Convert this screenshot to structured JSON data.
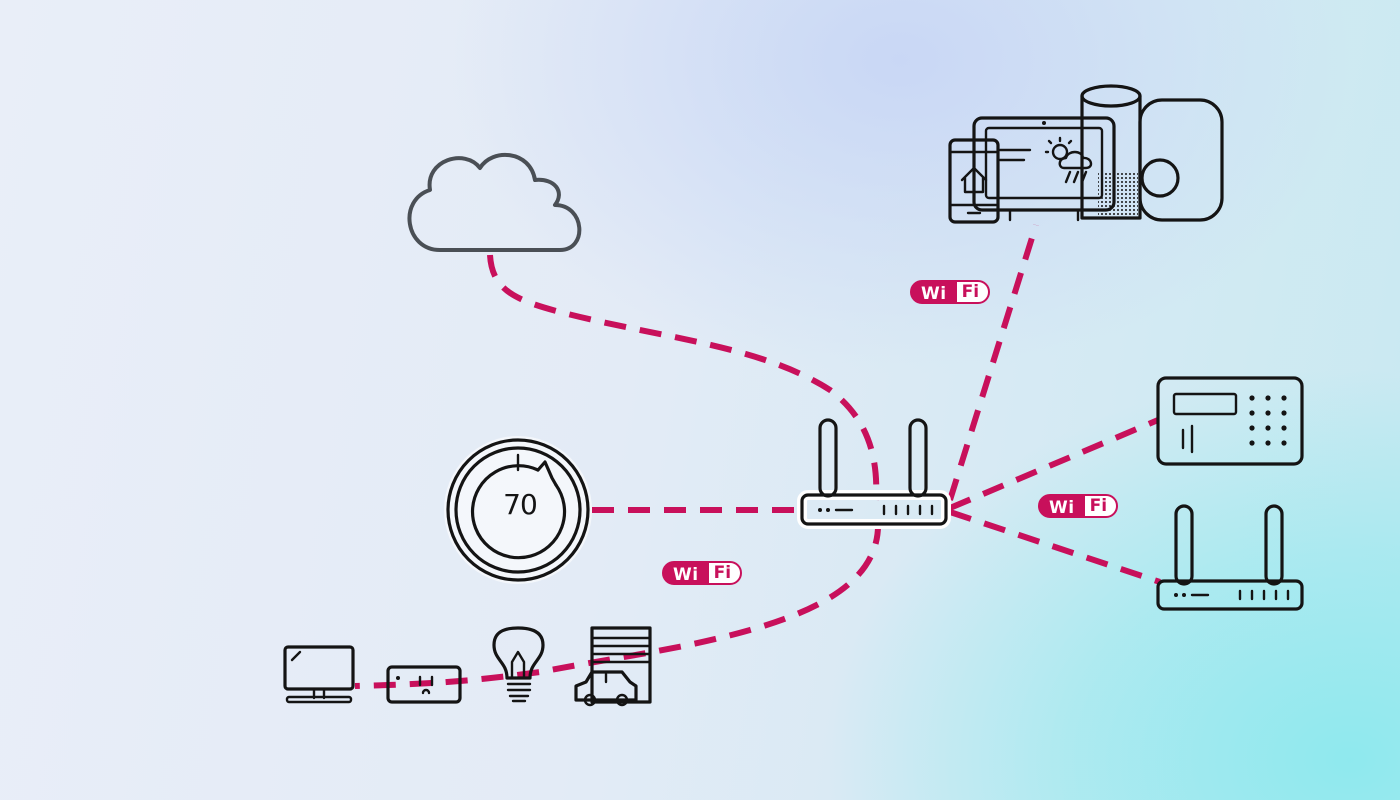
{
  "badges": {
    "wifi_top": {
      "left": "Wi",
      "right": "Fi"
    },
    "wifi_right": {
      "left": "Wi",
      "right": "Fi"
    },
    "wifi_bottom": {
      "left": "Wi",
      "right": "Fi"
    }
  },
  "thermostat": {
    "temperature": "70"
  },
  "colors": {
    "connection": "#c8105b",
    "line_art": "#141414",
    "cloud": "#4a4f55"
  },
  "icons": [
    "cloud-icon",
    "router-icon",
    "thermostat-icon",
    "smart-devices-icon",
    "security-keypad-icon",
    "secondary-router-icon",
    "monitor-icon",
    "smart-plug-icon",
    "light-bulb-icon",
    "garage-car-icon"
  ]
}
